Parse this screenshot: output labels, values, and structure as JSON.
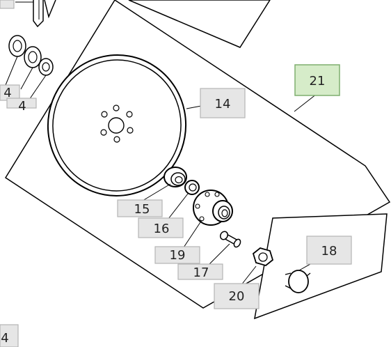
{
  "callouts": {
    "c21": "21",
    "c14": "14",
    "c15": "15",
    "c16": "16",
    "c19": "19",
    "c17": "17",
    "c20": "20",
    "c18": "18",
    "left_a": "4",
    "left_b": "4",
    "bottom_left": "4"
  },
  "colors": {
    "callout_fill": "#e6e6e6",
    "callout_border": "#b5b5b5",
    "highlight_fill": "#d6ecc9",
    "highlight_border": "#7fae6f",
    "line": "#000000"
  }
}
